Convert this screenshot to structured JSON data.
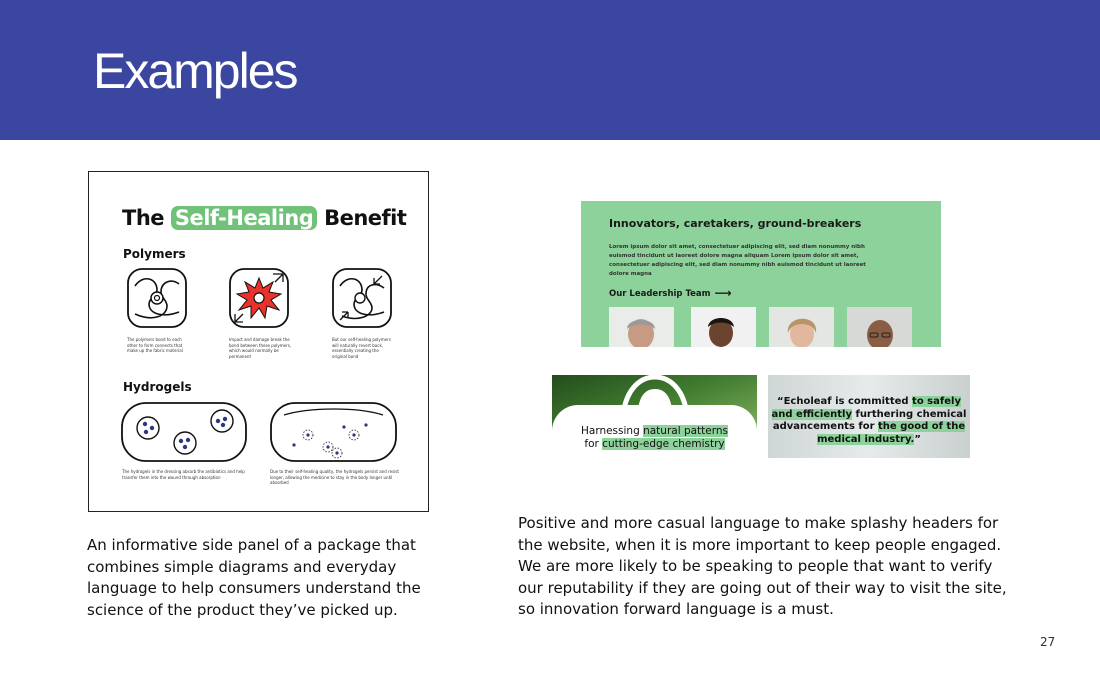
{
  "header": {
    "title": "Examples"
  },
  "panel": {
    "title_pre": "The ",
    "title_highlight": "Self-Healing",
    "title_post": " Benefit",
    "polymers_heading": "Polymers",
    "polymer_captions": [
      "The polymers bond to each other to form connects that make up the fabric material",
      "Impact and damage break the bond between these polymers, which would normally be permanent",
      "But our self-healing polymers will naturally revert back, essentially creating the original bond"
    ],
    "hydrogels_heading": "Hydrogels",
    "hydrogel_captions": [
      "The hydrogels in the dressing absorb the antibiotics and help transfer them into the wound through absorption",
      "Due to their self-healing quality, the hydrogels persist and resist longer, allowing the medicine to stay in the body longer until absorbed"
    ]
  },
  "website": {
    "title": "Innovators, caretakers, ground-breakers",
    "lorem": "Lorem ipsum dolor sit amet, consectetuer adipiscing elit, sed diam nonummy nibh euismod tincidunt ut laoreet dolore magna aliquam Lorem ipsum dolor sit amet, consectetuer adipiscing elit, sed diam nonummy nibh euismod tincidunt ut laoreet dolore magna",
    "link": "Our Leadership Team",
    "link_arrow": "⟶"
  },
  "card_a": {
    "line1_pre": "Harnessing ",
    "line1_hl": "natural patterns",
    "line2_pre": "for ",
    "line2_hl": "cutting-edge chemistry"
  },
  "card_b": {
    "q1": "“Echoleaf is committed ",
    "q1_hl": "to safely",
    "q2_hl": "and efficiently",
    "q2": " furthering chemical",
    "q3": "advancements for ",
    "q3_hl": "the good of the",
    "q4_hl": "medical industry.",
    "q4": "”"
  },
  "captions": {
    "left": "An informative side panel of a package that combines simple diagrams and everyday language to help consumers understand the science of the product they’ve picked up.",
    "right": "Positive and more casual language to make splashy headers for the website, when it is more important to keep people engaged. We are more likely to be speaking to people that want to verify our reputability if they are going out of their way to visit the site, so innovation forward language is a must."
  },
  "page_number": "27",
  "colors": {
    "header": "#3a469f",
    "green": "#8dd29a",
    "accent_green": "#6fc278",
    "impact_red": "#e8322b",
    "dot_navy": "#2e3680"
  }
}
